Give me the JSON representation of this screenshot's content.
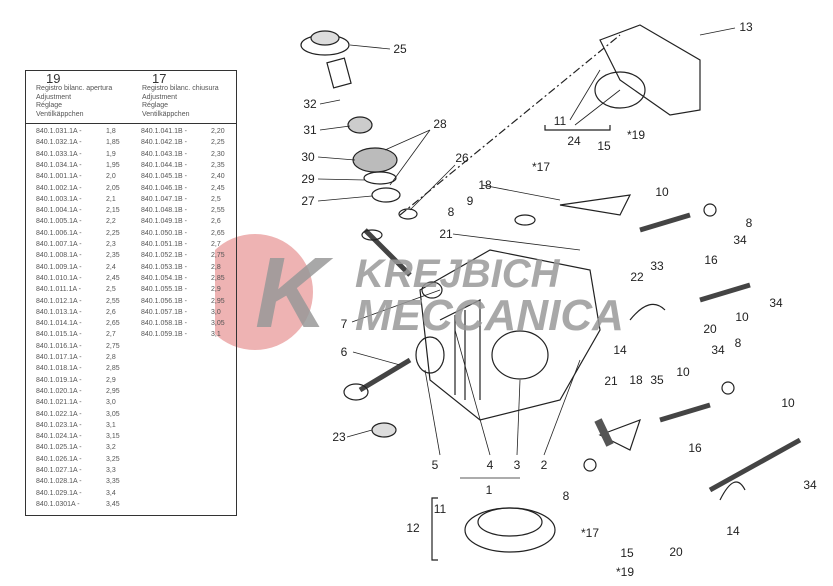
{
  "table": {
    "col19": {
      "number": "19",
      "lines": [
        "Registro bilanc. apertura",
        "Adjustment",
        "Réglage",
        "Ventilkäppchen"
      ]
    },
    "col17": {
      "number": "17",
      "lines": [
        "Registro bilanc. chiusura",
        "Adjustment",
        "Réglage",
        "Ventilkäppchen"
      ]
    },
    "rows19": [
      [
        "840.1.031.1A -",
        "1,8"
      ],
      [
        "840.1.032.1A -",
        "1,85"
      ],
      [
        "840.1.033.1A -",
        "1,9"
      ],
      [
        "840.1.034.1A -",
        "1,95"
      ],
      [
        "840.1.001.1A -",
        "2,0"
      ],
      [
        "840.1.002.1A -",
        "2,05"
      ],
      [
        "840.1.003.1A -",
        "2,1"
      ],
      [
        "840.1.004.1A -",
        "2,15"
      ],
      [
        "840.1.005.1A -",
        "2,2"
      ],
      [
        "840.1.006.1A -",
        "2,25"
      ],
      [
        "840.1.007.1A -",
        "2,3"
      ],
      [
        "840.1.008.1A -",
        "2,35"
      ],
      [
        "840.1.009.1A -",
        "2,4"
      ],
      [
        "840.1.010.1A -",
        "2,45"
      ],
      [
        "840.1.011.1A -",
        "2,5"
      ],
      [
        "840.1.012.1A -",
        "2,55"
      ],
      [
        "840.1.013.1A -",
        "2,6"
      ],
      [
        "840.1.014.1A -",
        "2,65"
      ],
      [
        "840.1.015.1A -",
        "2,7"
      ],
      [
        "840.1.016.1A -",
        "2,75"
      ],
      [
        "840.1.017.1A -",
        "2,8"
      ],
      [
        "840.1.018.1A -",
        "2,85"
      ],
      [
        "840.1.019.1A -",
        "2,9"
      ],
      [
        "840.1.020.1A -",
        "2,95"
      ],
      [
        "840.1.021.1A -",
        "3,0"
      ],
      [
        "840.1.022.1A -",
        "3,05"
      ],
      [
        "840.1.023.1A -",
        "3,1"
      ],
      [
        "840.1.024.1A -",
        "3,15"
      ],
      [
        "840.1.025.1A -",
        "3,2"
      ],
      [
        "840.1.026.1A -",
        "3,25"
      ],
      [
        "840.1.027.1A -",
        "3,3"
      ],
      [
        "840.1.028.1A -",
        "3,35"
      ],
      [
        "840.1.029.1A -",
        "3,4"
      ],
      [
        "840.1.0301A -",
        "3,45"
      ]
    ],
    "rows17": [
      [
        "840.1.041.1B -",
        "2,20"
      ],
      [
        "840.1.042.1B -",
        "2,25"
      ],
      [
        "840.1.043.1B -",
        "2,30"
      ],
      [
        "840.1.044.1B -",
        "2,35"
      ],
      [
        "840.1.045.1B -",
        "2,40"
      ],
      [
        "840.1.046.1B -",
        "2,45"
      ],
      [
        "840.1.047.1B -",
        "2,5"
      ],
      [
        "840.1.048.1B -",
        "2,55"
      ],
      [
        "840.1.049.1B -",
        "2,6"
      ],
      [
        "840.1.050.1B -",
        "2,65"
      ],
      [
        "840.1.051.1B -",
        "2,7"
      ],
      [
        "840.1.052.1B -",
        "2,75"
      ],
      [
        "840.1.053.1B -",
        "2,8"
      ],
      [
        "840.1.054.1B -",
        "2,85"
      ],
      [
        "840.1.055.1B -",
        "2,9"
      ],
      [
        "840.1.056.1B -",
        "2,95"
      ],
      [
        "840.1.057.1B -",
        "3,0"
      ],
      [
        "840.1.058.1B -",
        "3,05"
      ],
      [
        "840.1.059.1B -",
        "3,1"
      ]
    ]
  },
  "callouts": [
    "25",
    "13",
    "32",
    "31",
    "28",
    "30",
    "29",
    "26",
    "27",
    "11",
    "24",
    "*19",
    "15",
    "*17",
    "18",
    "9",
    "8",
    "10",
    "8",
    "34",
    "21",
    "33",
    "16",
    "22",
    "34",
    "7",
    "20",
    "10",
    "14",
    "6",
    "34",
    "8",
    "21",
    "18",
    "35",
    "10",
    "10",
    "23",
    "5",
    "4",
    "3",
    "2",
    "1",
    "8",
    "16",
    "34",
    "14",
    "11",
    "12",
    "*17",
    "15",
    "20",
    "*19"
  ],
  "watermark": {
    "line1": "KREJBICH",
    "line2": "MECCANICA",
    "color": "#e89a9a"
  }
}
